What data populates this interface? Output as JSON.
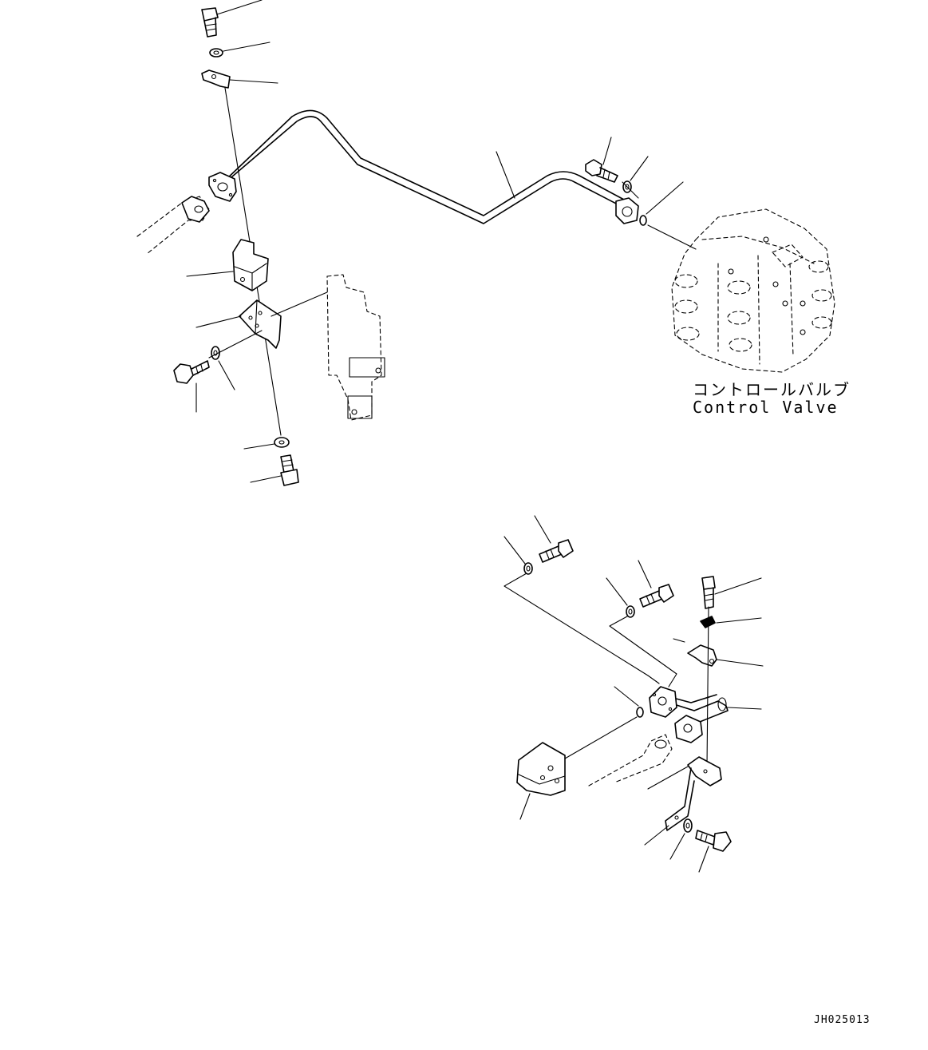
{
  "diagram": {
    "labels": {
      "component_jp": "コントロールバルブ",
      "component_en": "Control Valve"
    },
    "drawing_number": "JH025013"
  },
  "colors": {
    "ink": "#000000",
    "paper": "#ffffff"
  }
}
